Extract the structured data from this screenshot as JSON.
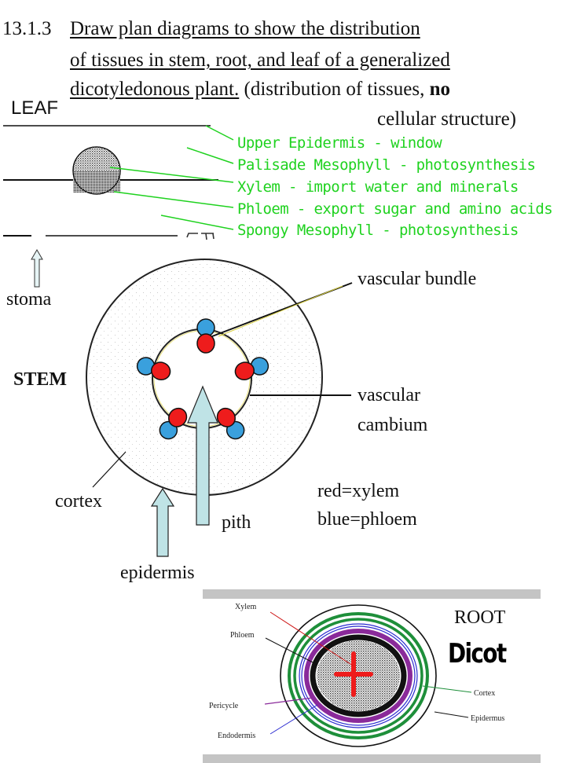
{
  "heading": {
    "number": "13.1.3",
    "line1": "Draw plan diagrams to show the distribution",
    "line2": "of tissues in stem, root, and leaf of a generalized",
    "line3_underlined": "dicotyledonous plant.",
    "line3_rest": " (distribution of tissues, ",
    "line3_bold": "no",
    "line4": "cellular structure)"
  },
  "leaf": {
    "title": "LEAF",
    "labels": [
      "Upper Epidermis - window",
      "Palisade Mesophyll - photosynthesis",
      "Xylem - import water and minerals",
      "Phloem - export sugar and amino acids",
      "Spongy Mesophyll - photosynthesis"
    ],
    "stoma": "stoma"
  },
  "stem": {
    "title": "STEM",
    "vascular_bundle": "vascular bundle",
    "vascular_line1": "vascular",
    "vascular_line2": "cambium",
    "cortex": "cortex",
    "pith": "pith",
    "epidermis": "epidermis",
    "key_red": "red=xylem",
    "key_blue": "blue=phloem"
  },
  "root": {
    "title": "ROOT",
    "dicot": "Dicot",
    "xylem": "Xylem",
    "phloem": "Phloem",
    "pericycle": "Pericycle",
    "endodermis": "Endodermis",
    "cortex": "Cortex",
    "epidermus": "Epidermus"
  },
  "colors": {
    "xylem_red": "#ee1c1c",
    "phloem_blue": "#3aa0dd",
    "label_green": "#1fd21f",
    "arrow_fill": "#bfe3e6",
    "root_green": "#1e8f3a",
    "root_purple": "#8a2a9a",
    "root_blue": "#2b2bd0"
  }
}
